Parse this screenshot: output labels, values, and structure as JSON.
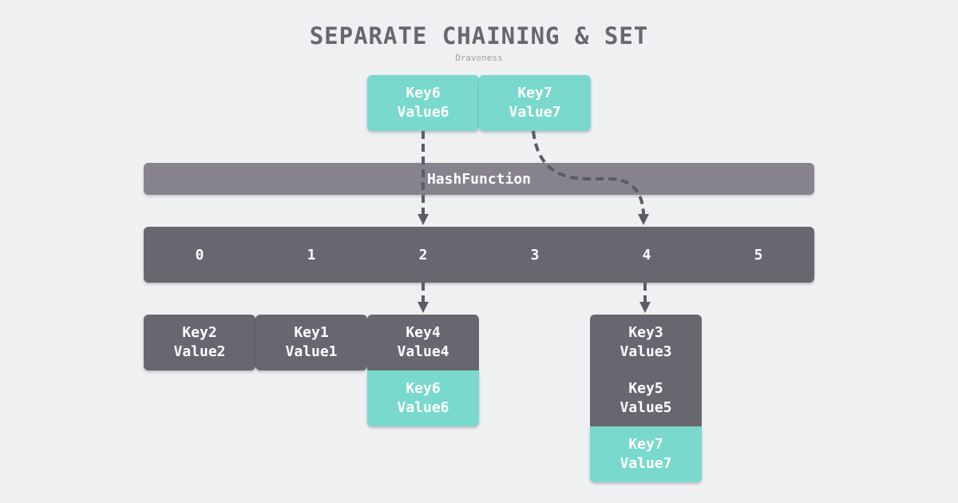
{
  "title": "SEPARATE CHAINING & SET",
  "author": "Draveness",
  "inserting": [
    {
      "key": "Key6",
      "value": "Value6"
    },
    {
      "key": "Key7",
      "value": "Value7"
    }
  ],
  "hash_function": "HashFunction",
  "buckets": [
    "0",
    "1",
    "2",
    "3",
    "4",
    "5"
  ],
  "chains": {
    "bucket0": [
      {
        "key": "Key2",
        "value": "Value2"
      }
    ],
    "bucket1": [
      {
        "key": "Key1",
        "value": "Value1"
      }
    ],
    "bucket2": [
      {
        "key": "Key4",
        "value": "Value4"
      },
      {
        "key": "Key6",
        "value": "Value6"
      }
    ],
    "bucket4": [
      {
        "key": "Key3",
        "value": "Value3"
      },
      {
        "key": "Key5",
        "value": "Value5"
      },
      {
        "key": "Key7",
        "value": "Value7"
      }
    ]
  },
  "colors": {
    "new_entry": "#79d9cd",
    "existing_entry": "#68666f",
    "hash_bar": "#86838c",
    "arrow": "#5d5b64",
    "background": "#eff0f2"
  }
}
